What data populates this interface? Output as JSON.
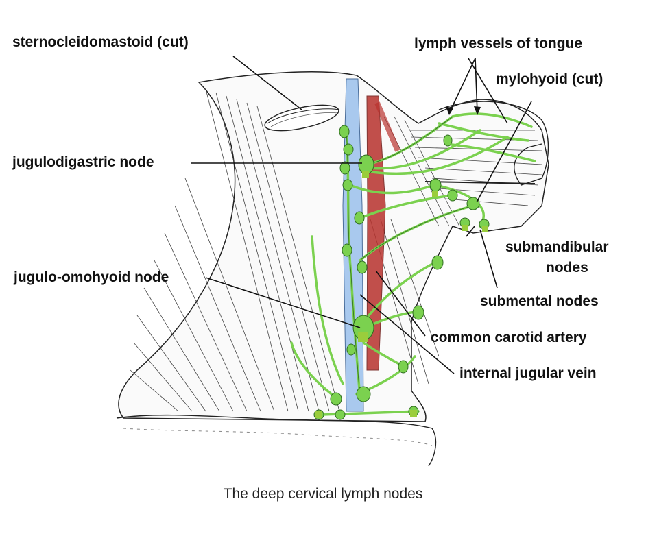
{
  "colors": {
    "lymph": "#7bd14f",
    "lymph_dark": "#2e6b1f",
    "node_marker": "#9acd3c",
    "vein": "#a9c9ee",
    "artery": "#b8322d",
    "ink": "#222222"
  },
  "labels": {
    "sternocleidomastoid": "sternocleidomastoid (cut)",
    "lymph_vessels_tongue": "lymph vessels of tongue",
    "mylohyoid": "mylohyoid (cut)",
    "jugulodigastric": "jugulodigastric node",
    "jugulo_omohyoid": "jugulo-omohyoid node",
    "submandibular_1": "submandibular",
    "submandibular_2": "nodes",
    "submental": "submental nodes",
    "common_carotid": "common carotid artery",
    "internal_jugular": "internal jugular vein"
  },
  "caption": "The deep cervical lymph nodes"
}
